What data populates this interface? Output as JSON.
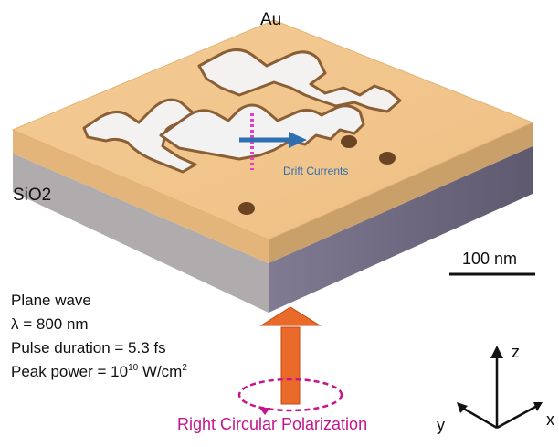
{
  "labels": {
    "au": "Au",
    "sio2": "SiO2",
    "drift": "Drift Currents",
    "scale": "100 nm",
    "polarization": "Right Circular Polarization"
  },
  "info": {
    "plane": "Plane wave",
    "wavelength": "λ = 800 nm",
    "pulse": "Pulse duration = 5.3 fs",
    "peak_prefix": "Peak power = 10",
    "peak_exp": "10",
    "peak_unit": " W/cm",
    "peak_unit_exp": "2"
  },
  "axes": {
    "x": "x",
    "y": "y",
    "z": "z"
  },
  "colors": {
    "gold_top": "#f3c990",
    "gold_side": "#d8a86a",
    "substrate_front": "#aeaaad",
    "substrate_right": "#6f6a82",
    "hole_floor": "#f2f2f2",
    "hole_wall": "#8a5f36",
    "drift_arrow": "#2f6fb0",
    "probe_line": "#e83cc4",
    "beam": "#ea6a2a",
    "polarization": "#c4158c"
  }
}
